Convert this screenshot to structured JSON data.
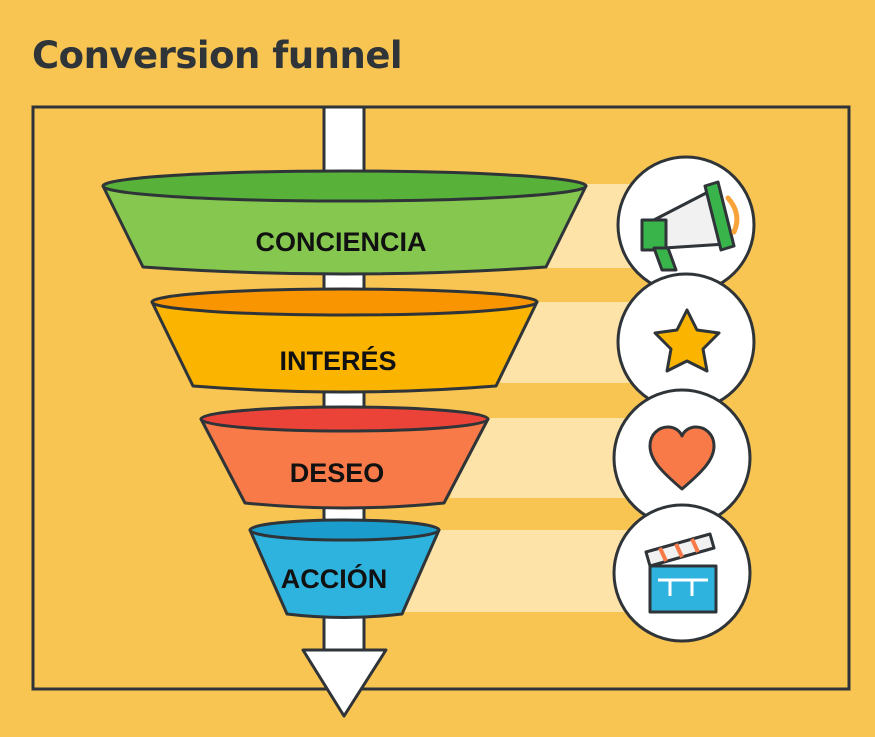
{
  "title": "Conversion funnel",
  "stages": [
    {
      "label": "CONCIENCIA",
      "icon": "megaphone-icon",
      "color": "#86c84f",
      "rim": "#58b23a"
    },
    {
      "label": "INTERÉS",
      "icon": "star-icon",
      "color": "#fbb400",
      "rim": "#f89500"
    },
    {
      "label": "DESEO",
      "icon": "heart-icon",
      "color": "#f87a48",
      "rim": "#ec4339"
    },
    {
      "label": "ACCIÓN",
      "icon": "clapperboard-icon",
      "color": "#2db3de",
      "rim": "#1a9ccc"
    }
  ],
  "colors": {
    "background": "#f8c553",
    "outline": "#2f3438",
    "band": "#fde3a8",
    "arrow": "#ffffff"
  }
}
